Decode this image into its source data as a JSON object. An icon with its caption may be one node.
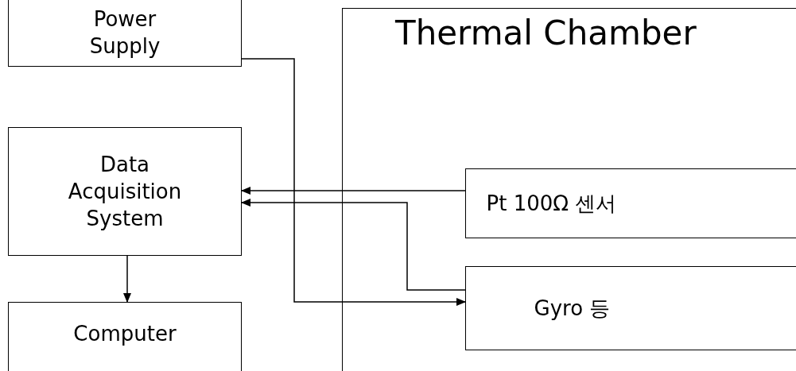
{
  "diagram": {
    "nodes": [
      {
        "text": [
          "Power Supply"
        ]
      },
      {
        "text": [
          "Thermal Chamber"
        ]
      },
      {
        "text": [
          "Data Acquisition System"
        ]
      },
      {
        "text": [
          "Pt 100Ω 센서"
        ],
        "in": 1
      },
      {
        "text": [
          "Gyro 등"
        ],
        "in": 1
      },
      {
        "text": [
          "Computer"
        ]
      }
    ],
    "edges": [
      {
        "from": 0,
        "to": 4,
        "arrow": "to"
      },
      {
        "from": 3,
        "to": 2,
        "arrow": "to"
      },
      {
        "from": 4,
        "to": 2,
        "arrow": "to"
      },
      {
        "from": 2,
        "to": 5,
        "arrow": "to"
      }
    ]
  }
}
